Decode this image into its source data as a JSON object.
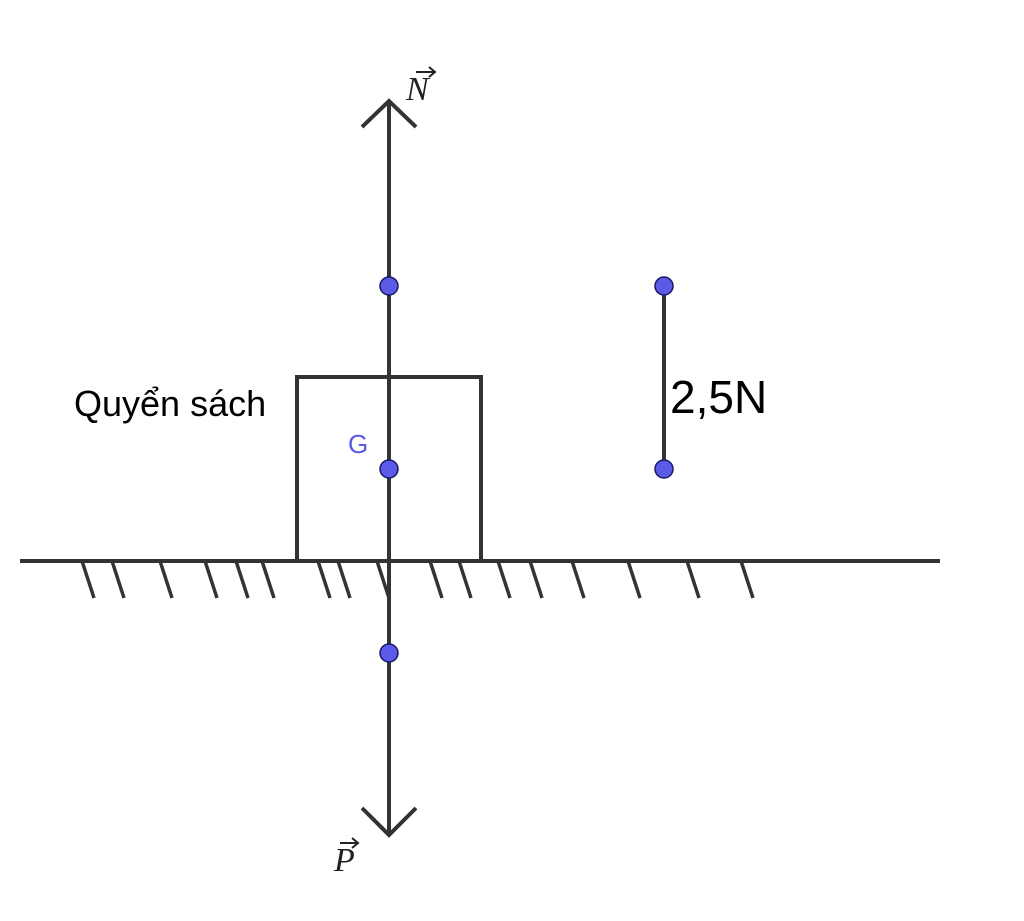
{
  "labels": {
    "book": "Quyển sách",
    "center_of_gravity": "G",
    "scale": "2,5N",
    "normal_force": "N",
    "weight_force": "P"
  },
  "colors": {
    "point": "#5a5ae6",
    "point_label": "#5a5ae6",
    "line": "#333333"
  }
}
